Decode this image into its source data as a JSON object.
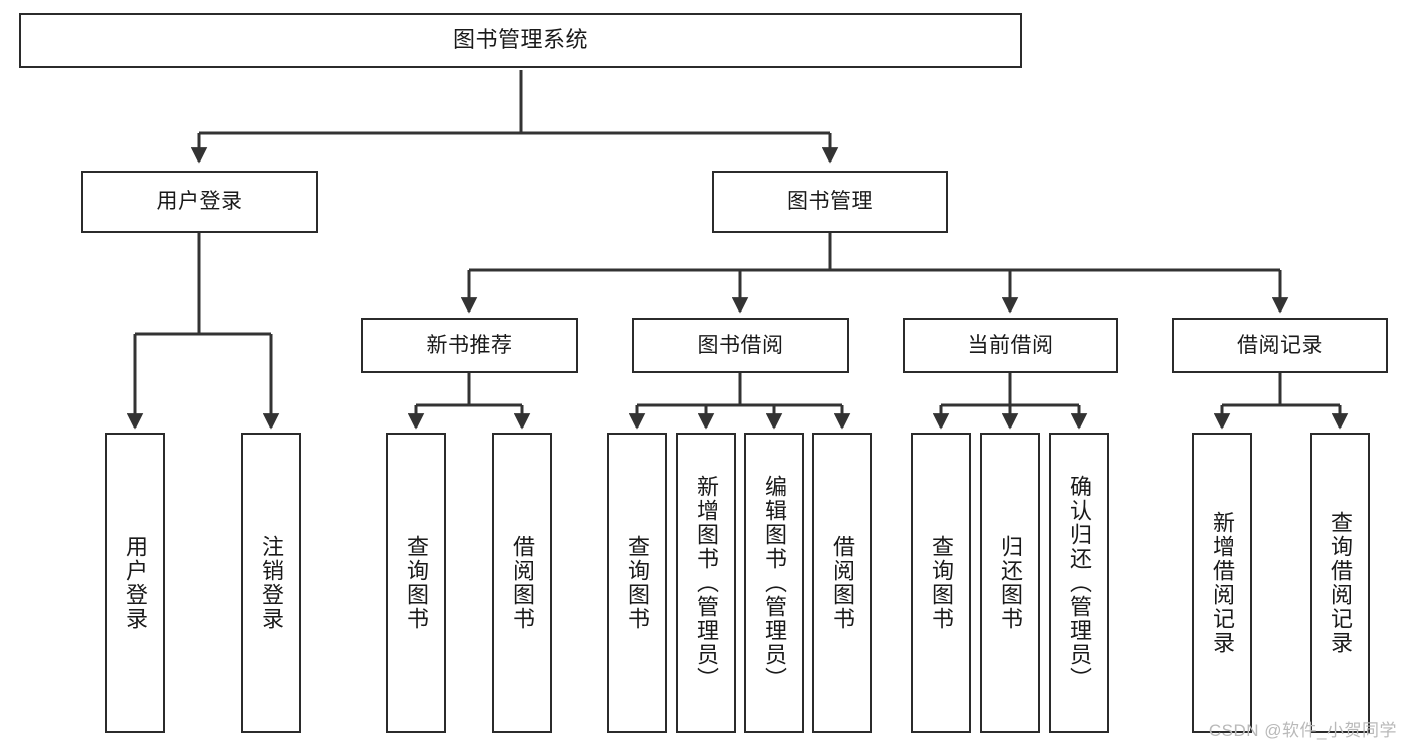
{
  "diagram": {
    "type": "tree-hierarchy",
    "title": "图书管理系统",
    "orientation": "top-down",
    "colors": {
      "box_border": "#2b2b2b",
      "box_fill": "#ffffff",
      "connector": "#333333",
      "text": "#1a1a1a",
      "watermark": "#b9b9b9",
      "background": "#ffffff"
    }
  },
  "nodes": {
    "root": {
      "label": "图书管理系统",
      "level": 1
    },
    "level2": [
      {
        "id": "user-login",
        "label": "用户登录"
      },
      {
        "id": "book-management",
        "label": "图书管理"
      }
    ],
    "level3": [
      {
        "id": "new-book-recommend",
        "label": "新书推荐",
        "parent": "book-management"
      },
      {
        "id": "book-borrow",
        "label": "图书借阅",
        "parent": "book-management"
      },
      {
        "id": "current-borrow",
        "label": "当前借阅",
        "parent": "book-management"
      },
      {
        "id": "borrow-record",
        "label": "借阅记录",
        "parent": "book-management"
      }
    ],
    "leaves": {
      "user-login": [
        {
          "id": "leaf-user-login",
          "label": "用户登录"
        },
        {
          "id": "leaf-logout-login",
          "label": "注销登录"
        }
      ],
      "new-book-recommend": [
        {
          "id": "leaf-query-book-1",
          "label": "查询图书"
        },
        {
          "id": "leaf-borrow-book-1",
          "label": "借阅图书"
        }
      ],
      "book-borrow": [
        {
          "id": "leaf-query-book-2",
          "label": "查询图书"
        },
        {
          "id": "leaf-add-book",
          "label": "新增图书（管理员）"
        },
        {
          "id": "leaf-edit-book",
          "label": "编辑图书（管理员）"
        },
        {
          "id": "leaf-borrow-book-2",
          "label": "借阅图书"
        }
      ],
      "current-borrow": [
        {
          "id": "leaf-query-book-3",
          "label": "查询图书"
        },
        {
          "id": "leaf-return-book",
          "label": "归还图书"
        },
        {
          "id": "leaf-confirm-return",
          "label": "确认归还（管理员）"
        }
      ],
      "borrow-record": [
        {
          "id": "leaf-add-record",
          "label": "新增借阅记录"
        },
        {
          "id": "leaf-query-record",
          "label": "查询借阅记录"
        }
      ]
    }
  },
  "watermark": {
    "text": "CSDN @软件_小贺同学"
  }
}
